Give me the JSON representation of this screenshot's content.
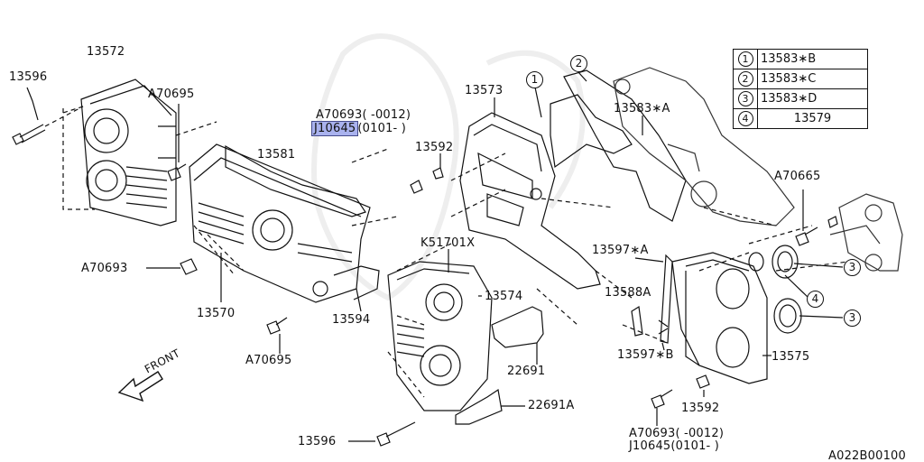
{
  "diagram_id": "A022B00100",
  "front_label": "FRONT",
  "legend": [
    {
      "num": "1",
      "part": "13583∗B"
    },
    {
      "num": "2",
      "part": "13583∗C"
    },
    {
      "num": "3",
      "part": "13583∗D"
    },
    {
      "num": "4",
      "part": "13579"
    }
  ],
  "labels": {
    "p13572": "13572",
    "p13596_top": "13596",
    "a70695_top": "A70695",
    "a70693_note": "A70693(     -0012)",
    "j10645_note_code": "J10645",
    "j10645_note_range": "(0101-     )",
    "p13573": "13573",
    "p13592_top": "13592",
    "p13583a": "13583∗A",
    "p13581": "13581",
    "a70665": "A70665",
    "k51701x": "K51701X",
    "p13597a": "13597∗A",
    "a70693_left": "A70693",
    "p13574": "13574",
    "p13588a": "13588A",
    "p13570": "13570",
    "p13594": "13594",
    "p13597b": "13597∗B",
    "p13575": "13575",
    "a70695_bottom": "A70695",
    "p22691": "22691",
    "p13592_bottom": "13592",
    "p22691a": "22691A",
    "a70693_bottom": "A70693(     -0012)",
    "j10645_bottom": "J10645(0101-     )",
    "p13596_bottom": "13596"
  },
  "callouts": {
    "c1_top": "1",
    "c2_top": "2",
    "c3_a": "3",
    "c4": "4",
    "c3_b": "3"
  }
}
